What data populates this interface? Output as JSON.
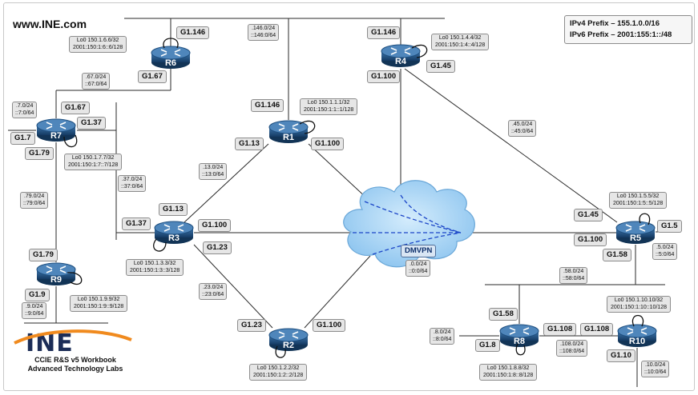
{
  "site_url": "www.INE.com",
  "prefixes": {
    "ipv4": "IPv4 Prefix – 155.1.0.0/16",
    "ipv6": "IPv6 Prefix – 2001:155:1::/48"
  },
  "cloud_label": "DMVPN",
  "routers": {
    "r1": "R1",
    "r2": "R2",
    "r3": "R3",
    "r4": "R4",
    "r5": "R5",
    "r6": "R6",
    "r7": "R7",
    "r8": "R8",
    "r9": "R9",
    "r10": "R10"
  },
  "interfaces": {
    "r6_g1146": "G1.146",
    "r6_g167": "G1.67",
    "r4_g1146": "G1.146",
    "r4_g145": "G1.45",
    "r4_g1100": "G1.100",
    "r1_g1146": "G1.146",
    "r1_g113": "G1.13",
    "r1_g1100": "G1.100",
    "r7_g167": "G1.67",
    "r7_g137": "G1.37",
    "r7_g17": "G1.7",
    "r7_g179": "G1.79",
    "r3_g113": "G1.13",
    "r3_g137": "G1.37",
    "r3_g1100": "G1.100",
    "r3_g123": "G1.23",
    "r9_g179": "G1.79",
    "r9_g19": "G1.9",
    "r2_g123": "G1.23",
    "r2_g1100": "G1.100",
    "r5_g145": "G1.45",
    "r5_g15": "G1.5",
    "r5_g1100": "G1.100",
    "r5_g158": "G1.58",
    "r8_g158": "G1.58",
    "r8_g18": "G1.8",
    "r8_g1108": "G1.108",
    "r10_g1108": "G1.108",
    "r10_g110": "G1.10"
  },
  "subnets": {
    "s146": ".146.0/24\n::146:0/64",
    "s67": ".67.0/24\n::67:0/64",
    "s7": ".7.0/24\n::7:0/64",
    "s45": ".45.0/24\n::45:0/64",
    "s13": ".13.0/24\n::13:0/64",
    "s37": ".37.0/24\n::37:0/64",
    "s79": ".79.0/24\n::79:0/64",
    "s5": ".5.0/24\n::5:0/64",
    "s0": ".0.0/24\n::0:0/64",
    "s58": ".58.0/24\n::58:0/64",
    "s23": ".23.0/24\n::23:0/64",
    "s9": ".9.0/24\n::9:0/64",
    "s8": ".8.0/24\n::8:0/64",
    "s108": ".108.0/24\n::108:0/64",
    "s10": ".10.0/24\n::10:0/64"
  },
  "loopbacks": {
    "r6": "Lo0 150.1.6.6/32\n2001:150:1:6::6/128",
    "r4": "Lo0 150.1.4.4/32\n2001:150:1:4::4/128",
    "r1": "Lo0 150.1.1.1/32\n2001:150:1:1::1/128",
    "r7": "Lo0 150.1.7.7/32\n2001:150:1:7::7/128",
    "r5": "Lo0 150.1.5.5/32\n2001:150:1:5::5/128",
    "r3": "Lo0 150.1.3.3/32\n2001:150:1:3::3/128",
    "r9": "Lo0 150.1.9.9/32\n2001:150:1:9::9/128",
    "r10": "Lo0 150.1.10.10/32\n2001:150:1:10::10/128",
    "r2": "Lo0 150.1.2.2/32\n2001:150:1:2::2/128",
    "r8": "Lo0 150.1.8.8/32\n2001:150:1:8::8/128"
  },
  "logo": {
    "word": "INE",
    "line1": "CCIE R&S v5 Workbook",
    "line2": "Advanced Technology Labs"
  },
  "colors": {
    "router_fill": "#1f4f7f",
    "cloud_fill": "#a9d4f5",
    "dmvpn_dash": "#1c46c8",
    "logo_orange": "#f08a1e",
    "logo_navy": "#1c2d57"
  }
}
